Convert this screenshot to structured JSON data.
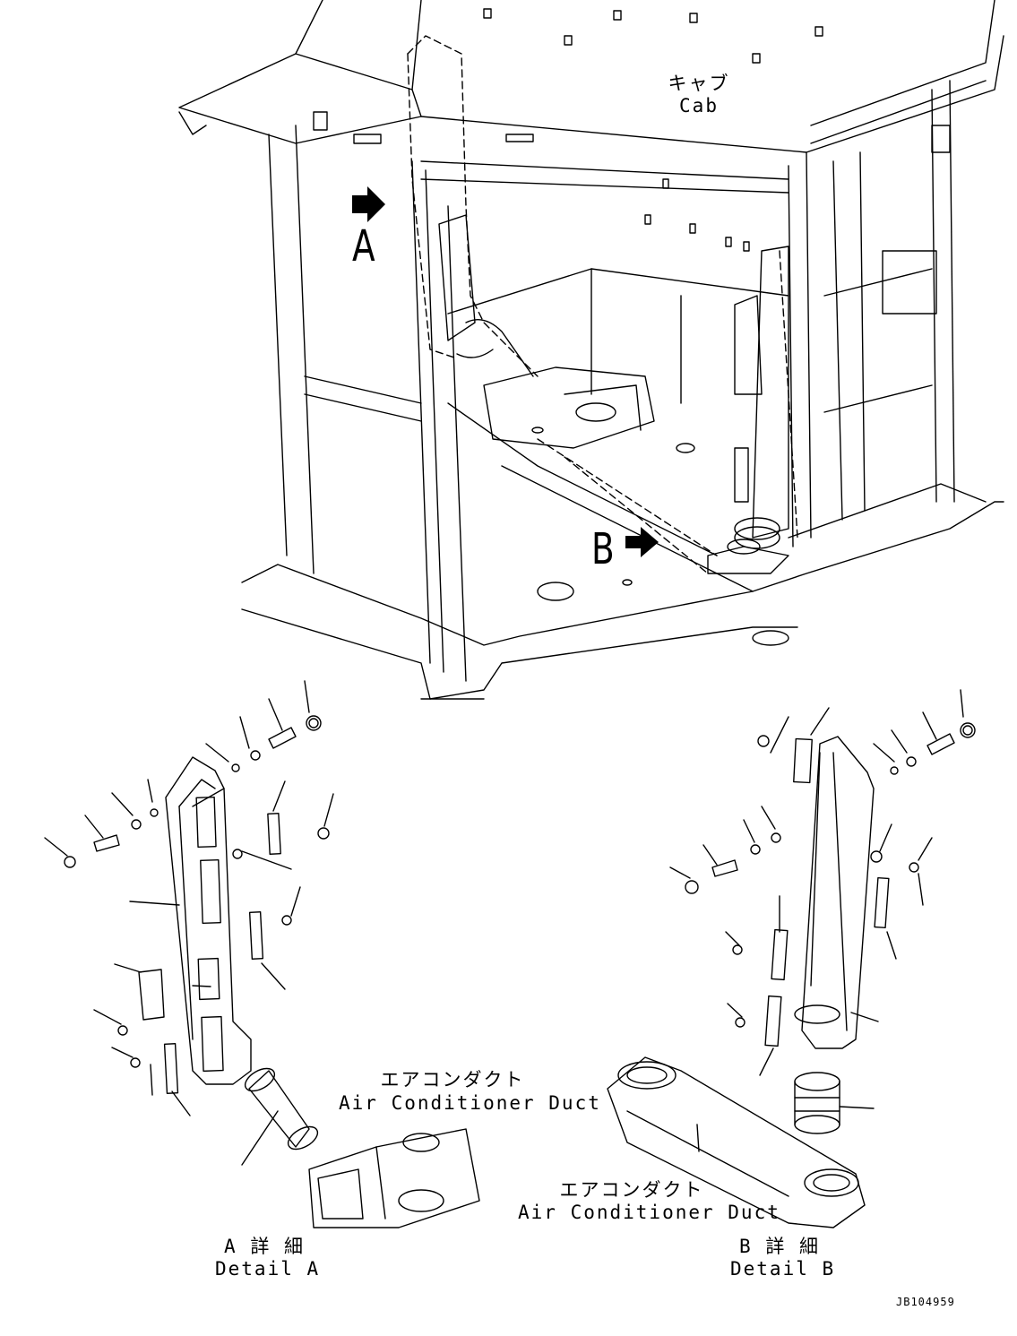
{
  "labels": {
    "cab_jp": "キャブ",
    "cab_en": "Cab",
    "callout_a": "A",
    "callout_b": "B",
    "duct_a_jp": "エアコンダクト",
    "duct_a_en": "Air Conditioner Duct",
    "duct_b_jp": "エアコンダクト",
    "duct_b_en": "Air Conditioner Duct",
    "detail_a_jp": "A 詳 細",
    "detail_a_en": "Detail A",
    "detail_b_jp": "B 詳 細",
    "detail_b_en": "Detail B",
    "drawing_code": "JB104959"
  },
  "colors": {
    "line": "#000000",
    "background": "#ffffff"
  },
  "icons": {
    "arrow_a": "arrow-right-icon",
    "arrow_b": "arrow-right-icon"
  }
}
